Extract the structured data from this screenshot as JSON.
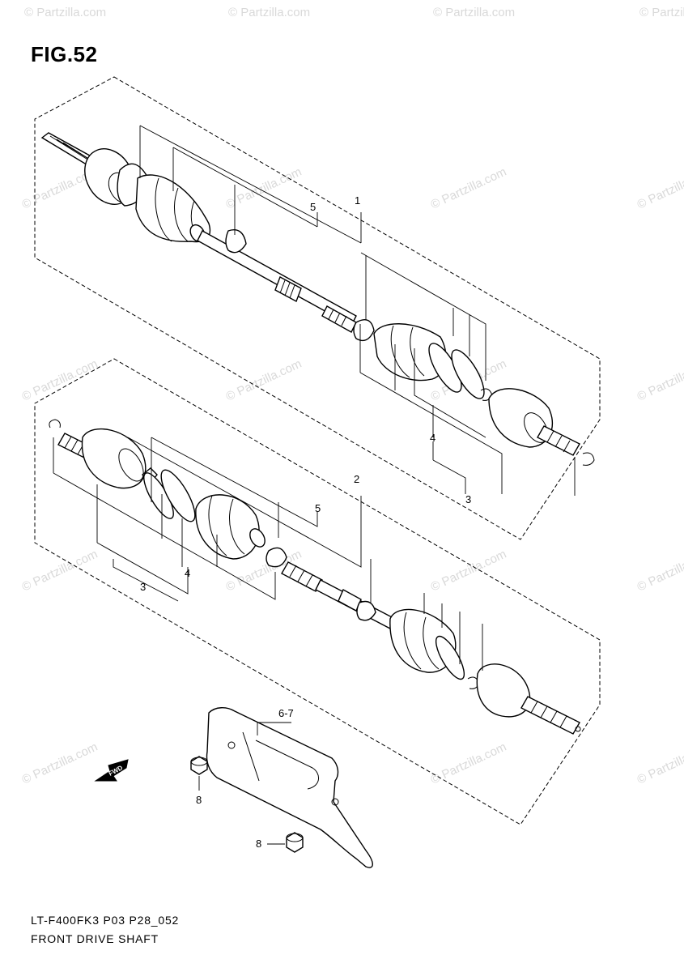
{
  "figure": {
    "title": "FIG.52",
    "model_code": "LT-F400FK3 P03 P28_052",
    "name": "FRONT DRIVE SHAFT"
  },
  "watermark": {
    "text": "© Partzilla.com",
    "color": "#d9d9d9"
  },
  "callouts": {
    "c1": "1",
    "c2": "2",
    "c3a": "3",
    "c3b": "3",
    "c4a": "4",
    "c4b": "4",
    "c5a": "5",
    "c5b": "5",
    "c67": "6-7",
    "c8a": "8",
    "c8b": "8"
  },
  "arrow": {
    "label": "FWD"
  }
}
